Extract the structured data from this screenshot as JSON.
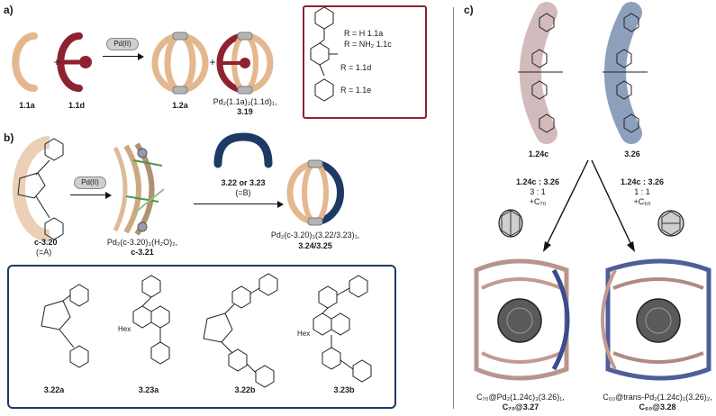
{
  "panels": {
    "a": "a)",
    "b": "b)",
    "c": "c)"
  },
  "operators": {
    "plus": "+"
  },
  "colors": {
    "tan": "#e4b88f",
    "maroon": "#8e2230",
    "navy": "#1d3a64",
    "pink": "#c4a3a6",
    "blue": "#6680a6",
    "gray": "#c8c8c8"
  },
  "a": {
    "label_1_1a": "1.1a",
    "label_1_1d": "1.1d",
    "reagent": "Pd(II)",
    "label_1_2a": "1.2a",
    "product_formula": "Pd₂(1.1a)₃(1.1d)₁,",
    "product_id": "3.19",
    "legend": [
      "R = H 1.1a",
      "R = NH₂ 1.1c",
      "R = 1.1d",
      "R = 1.1e"
    ]
  },
  "b": {
    "ligand": "c-3.20",
    "ligand_note": "(=A)",
    "reagent": "Pd(II)",
    "intermediate_formula": "Pd₂(c-3.20)₃(H₂O)₂,",
    "intermediate_id": "c-3.21",
    "added": "3.22 or 3.23",
    "added_note": "(=B)",
    "product_formula": "Pd₂(c-3.20)₃(3.22/3.23)₁,",
    "product_id": "3.24/3.25",
    "structures": [
      "3.22a",
      "3.23a",
      "3.22b",
      "3.23b"
    ],
    "hex": [
      "Hex",
      "Hex"
    ]
  },
  "c": {
    "ligand_left": "1.24c",
    "ligand_right": "3.26",
    "cond_left": {
      "ratio_label": "1.24c : 3.26",
      "ratio": "3 : 1",
      "guest": "+C₇₀"
    },
    "cond_right": {
      "ratio_label": "1.24c : 3.26",
      "ratio": "1 : 1",
      "guest": "+C₆₀"
    },
    "product_left": {
      "line1": "C₇₀@Pd₂(1.24c)₃(3.26)₁,",
      "line2": "C₇₀@3.27"
    },
    "product_right": {
      "line1": "C₆₀@trans-Pd₂(1.24c)₂(3.26)₂,",
      "line2": "C₆₀@3.28"
    }
  }
}
